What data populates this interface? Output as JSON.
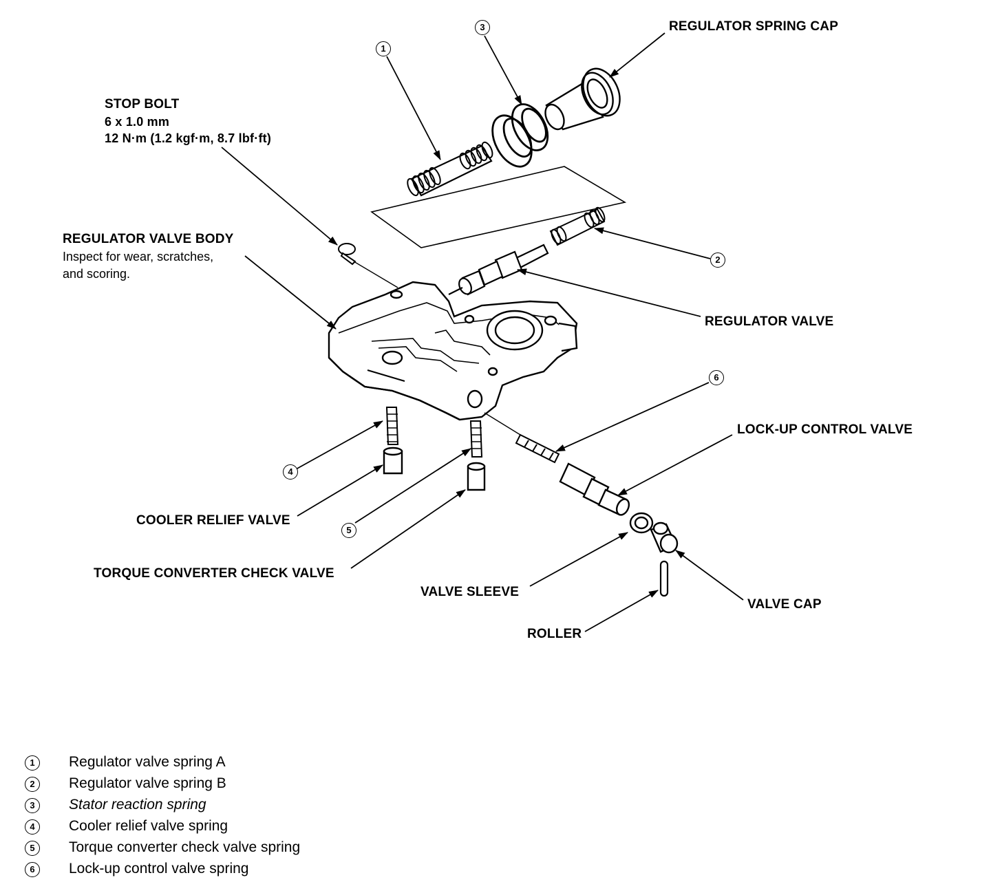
{
  "labels": {
    "regulator_spring_cap": "REGULATOR SPRING CAP",
    "stop_bolt": "STOP BOLT",
    "stop_bolt_size": "6 x 1.0 mm",
    "stop_bolt_torque": "12 N·m (1.2 kgf·m, 8.7 lbf·ft)",
    "regulator_valve_body": "REGULATOR VALVE BODY",
    "valve_body_note_1": "Inspect for wear, scratches,",
    "valve_body_note_2": "and scoring.",
    "regulator_valve": "REGULATOR VALVE",
    "lock_up_control_valve": "LOCK-UP CONTROL VALVE",
    "cooler_relief_valve": "COOLER RELIEF VALVE",
    "torque_converter_check_valve": "TORQUE CONVERTER CHECK VALVE",
    "valve_sleeve": "VALVE SLEEVE",
    "valve_cap": "VALVE CAP",
    "roller": "ROLLER"
  },
  "callouts": [
    "1",
    "2",
    "3",
    "4",
    "5",
    "6"
  ],
  "legend": [
    {
      "num": "1",
      "text": "Regulator valve spring A"
    },
    {
      "num": "2",
      "text": "Regulator valve spring B"
    },
    {
      "num": "3",
      "text": "Stator reaction spring"
    },
    {
      "num": "4",
      "text": "Cooler relief valve spring"
    },
    {
      "num": "5",
      "text": "Torque converter check valve spring"
    },
    {
      "num": "6",
      "text": "Lock-up control valve spring"
    }
  ]
}
